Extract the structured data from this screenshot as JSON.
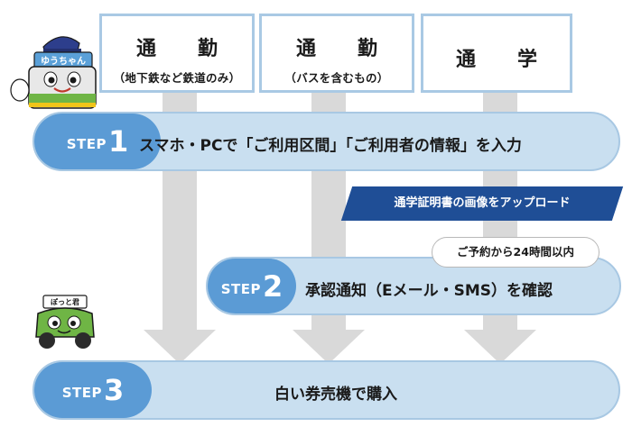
{
  "columns": [
    {
      "title": "通　勤",
      "subtitle": "（地下鉄など鉄道のみ）"
    },
    {
      "title": "通　勤",
      "subtitle": "（バスを含むもの）"
    },
    {
      "title": "通　学",
      "subtitle": ""
    }
  ],
  "mascots": {
    "top_sign": "ゆうちゃん",
    "bottom_sign": "ぽっと君"
  },
  "steps": [
    {
      "label": "STEP",
      "number": "1",
      "text": "スマホ・PCで「ご利用区間」「ご利用者の情報」を入力"
    },
    {
      "label": "STEP",
      "number": "2",
      "text": "承認通知（Eメール・SMS）を確認"
    },
    {
      "label": "STEP",
      "number": "3",
      "text": "白い券売機で購入"
    }
  ],
  "note_upload": "通学証明書の画像をアップロード",
  "tag_time": "ご予約から24時間以内",
  "colors": {
    "band_light": "#c9dff0",
    "step_pill": "#5b9bd5",
    "note_dark": "#1f4e96",
    "arrow_gray": "#d9d9d9",
    "box_border": "#a9c9e4"
  }
}
